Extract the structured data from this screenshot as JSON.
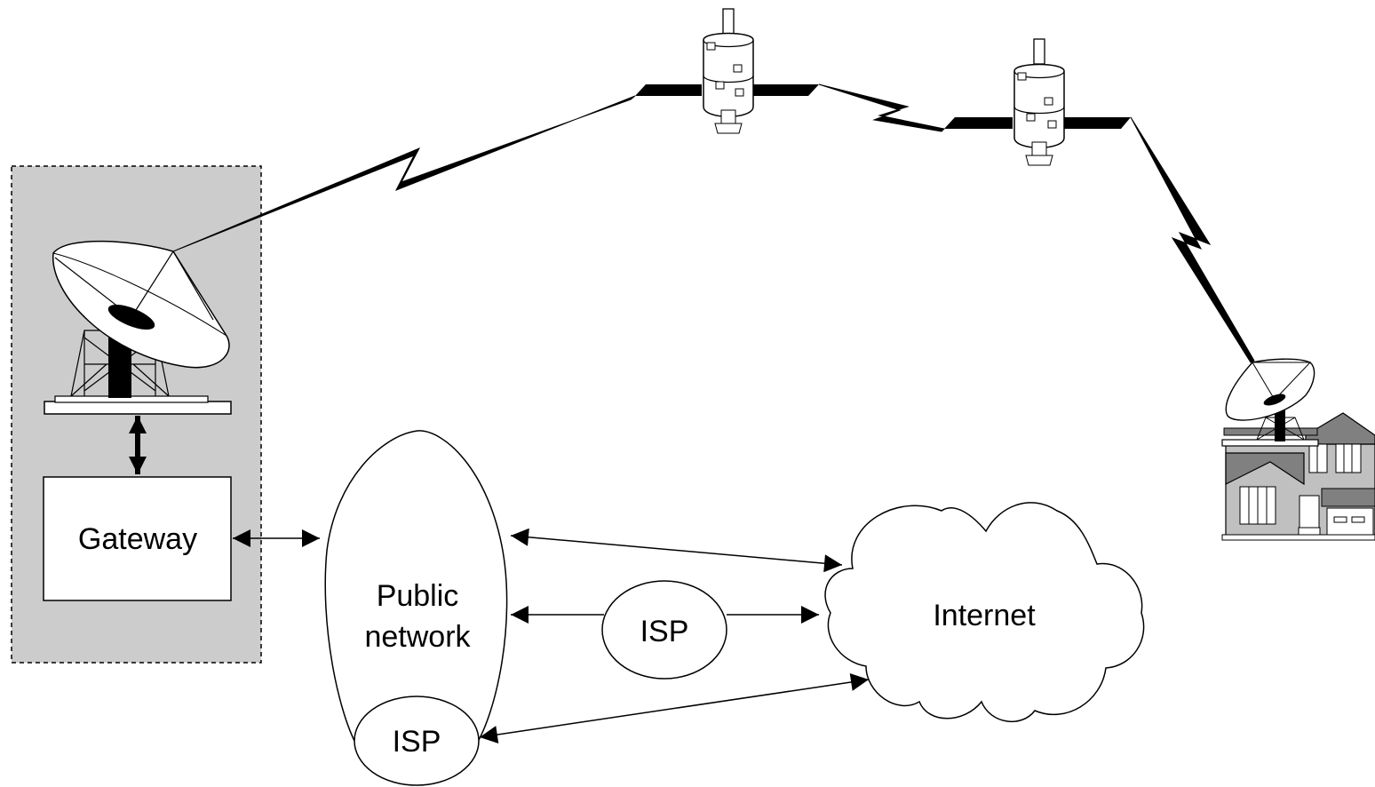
{
  "labels": {
    "gateway": "Gateway",
    "public_network_line1": "Public",
    "public_network_line2": "network",
    "isp_middle": "ISP",
    "isp_bottom": "ISP",
    "internet": "Internet"
  },
  "icons": {
    "ground_station": "satellite-dish-icon",
    "satellite_1": "satellite-icon",
    "satellite_2": "satellite-icon",
    "house": "house-icon",
    "home_dish": "satellite-dish-icon"
  },
  "colors": {
    "gateway_region_fill": "#cccccc",
    "house_roof": "#808080",
    "house_wall": "#c0c0c0",
    "stroke": "#000000"
  }
}
